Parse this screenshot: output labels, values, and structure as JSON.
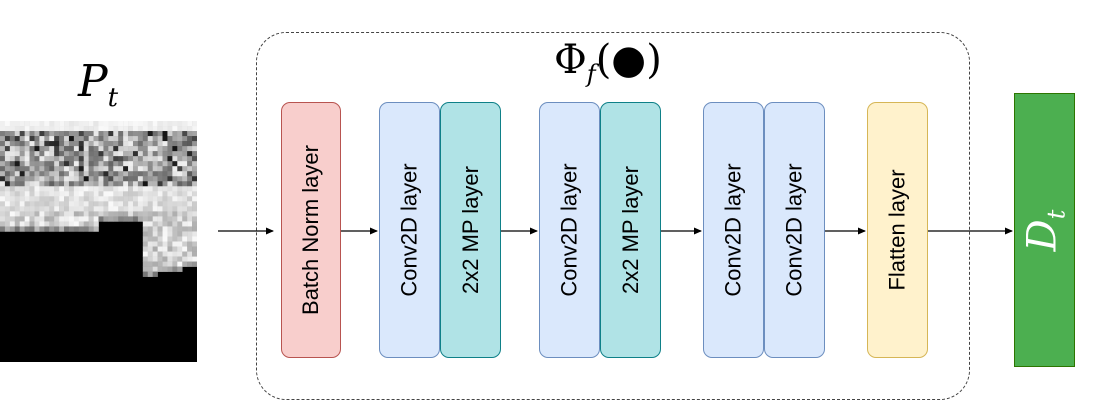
{
  "input": {
    "label_main": "P",
    "label_sub": "t"
  },
  "block": {
    "label_main": "Φ",
    "label_sub": "f",
    "label_arg": "(●)"
  },
  "layers": {
    "batch_norm": "Batch Norm layer",
    "conv1": "Conv2D layer",
    "mp1": "2x2 MP layer",
    "conv2": "Conv2D layer",
    "mp2": "2x2 MP layer",
    "conv3": "Conv2D layer",
    "conv4": "Conv2D layer",
    "flatten": "Flatten layer"
  },
  "output": {
    "label_main": "D",
    "label_sub": "t"
  },
  "colors": {
    "batch_norm_fill": "#f8cecc",
    "conv_fill": "#dae8fc",
    "mp_fill": "#b0e3e6",
    "flatten_fill": "#fff2cc",
    "output_fill": "#4caf50"
  }
}
